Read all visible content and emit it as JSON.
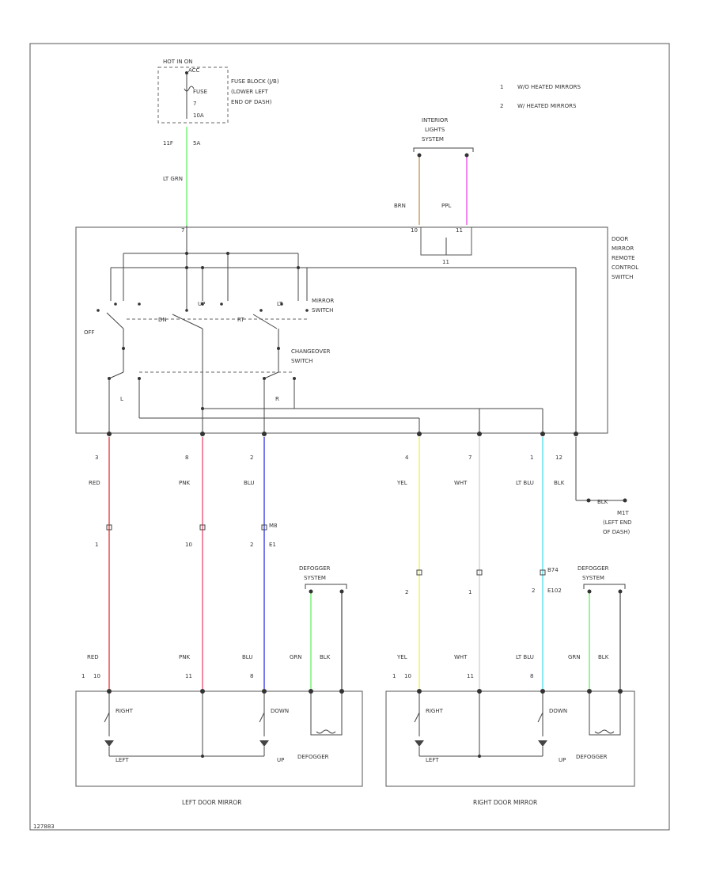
{
  "colors": {
    "lt_grn": "#9af59a",
    "red": "#f07a7a",
    "pnk": "#f08aa0",
    "blu": "#7777ee",
    "yel": "#f5f58a",
    "wht": "#dddddd",
    "lt_blu": "#8ae8f0",
    "brn": "#d8b888",
    "ppl": "#f088f0",
    "grn": "#9af59a",
    "blk": "#444444"
  },
  "power": {
    "hot": "HOT IN ON",
    "acc": "ACC",
    "fuse": "FUSE",
    "fuse_no": "7",
    "amp": "10A",
    "fuse_block_1": "FUSE BLOCK (J/B)",
    "fuse_block_2": "(LOWER LEFT",
    "fuse_block_3": "END OF DASH)",
    "pins": "11F",
    "pin_b": "5A"
  },
  "legend": [
    {
      "num": "1",
      "text": "W/O HEATED MIRRORS"
    },
    {
      "num": "2",
      "text": "W/ HEATED MIRRORS"
    }
  ],
  "interior": {
    "l1": "INTERIOR",
    "l2": "LIGHTS",
    "l3": "SYSTEM"
  },
  "wires_top": {
    "lt_grn": "LT GRN",
    "brn": "BRN",
    "ppl": "PPL",
    "lt_grn_pin": "7",
    "brn_pin": "10",
    "ppl_pin": "11",
    "ppl_pin2": "11"
  },
  "switch": {
    "box_l1": "DOOR",
    "box_l2": "MIRROR",
    "box_l3": "REMOTE",
    "box_l4": "CONTROL",
    "box_l5": "SWITCH",
    "mirror_l1": "MIRROR",
    "mirror_l2": "SWITCH",
    "change_l1": "CHANGEOVER",
    "change_l2": "SWITCH",
    "off": "OFF",
    "l": "L",
    "r": "R",
    "up": "UP",
    "dn": "DN",
    "lt": "LT",
    "rt": "RT"
  },
  "bottom_pins": {
    "red": "3",
    "pnk": "8",
    "blu": "2",
    "yel": "4",
    "wht": "7",
    "lt_blu": "1",
    "blk": "12"
  },
  "wire_names": {
    "red": "RED",
    "pnk": "PNK",
    "blu": "BLU",
    "yel": "YEL",
    "wht": "WHT",
    "lt_blu": "LT BLU",
    "blk": "BLK",
    "grn": "GRN"
  },
  "ground": {
    "label": "BLK",
    "l1": "M1T",
    "l2": "(LEFT END",
    "l3": "OF DASH)"
  },
  "connectors": {
    "red_mid": "1",
    "pnk_mid": "10",
    "blu_mid_a": "M8",
    "blu_mid_b": "E1",
    "blu_mid_c": "2",
    "yel_mid": "2",
    "wht_mid": "1",
    "ltblu_mid_a": "B74",
    "ltblu_mid_b": "E102",
    "ltblu_mid_c": "2"
  },
  "defogger": {
    "l1": "DEFOGGER",
    "l2": "SYSTEM"
  },
  "mirrors": {
    "left": {
      "red_pin": "1",
      "red_pin2": "10",
      "pnk_pin": "11",
      "blu_pin": "8",
      "right": "RIGHT",
      "left": "LEFT",
      "down": "DOWN",
      "up": "UP",
      "defogger": "DEFOGGER",
      "title": "LEFT DOOR MIRROR"
    },
    "right": {
      "yel_pin": "1",
      "yel_pin2": "10",
      "wht_pin": "11",
      "ltblu_pin": "8",
      "right": "RIGHT",
      "left": "LEFT",
      "down": "DOWN",
      "up": "UP",
      "defogger": "DEFOGGER",
      "title": "RIGHT DOOR MIRROR"
    }
  },
  "footer": "127883"
}
